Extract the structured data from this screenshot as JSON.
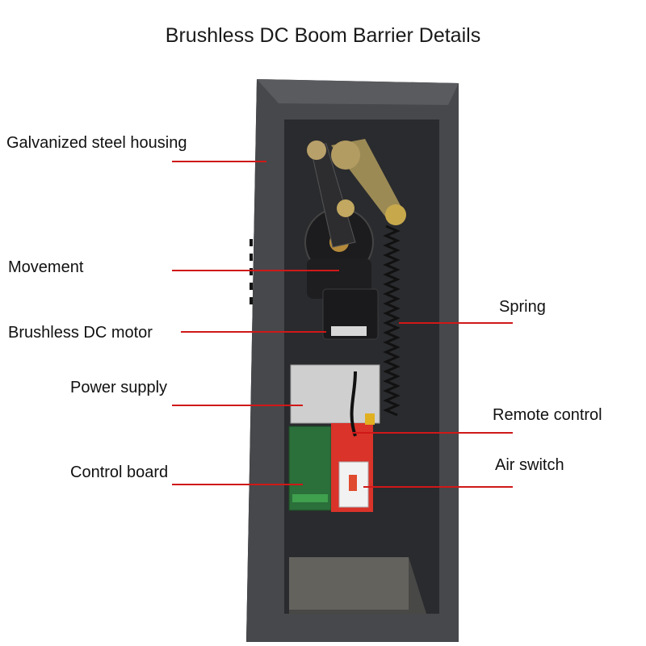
{
  "title": "Brushless DC Boom Barrier Details",
  "labels": {
    "housing": "Galvanized steel housing",
    "movement": "Movement",
    "motor": "Brushless DC motor",
    "power": "Power supply",
    "control_board": "Control board",
    "spring": "Spring",
    "remote": "Remote control",
    "air_switch": "Air switch"
  },
  "colors": {
    "leader_line": "#d01818",
    "housing": "#3a3a3c",
    "interior": "#26272a"
  }
}
